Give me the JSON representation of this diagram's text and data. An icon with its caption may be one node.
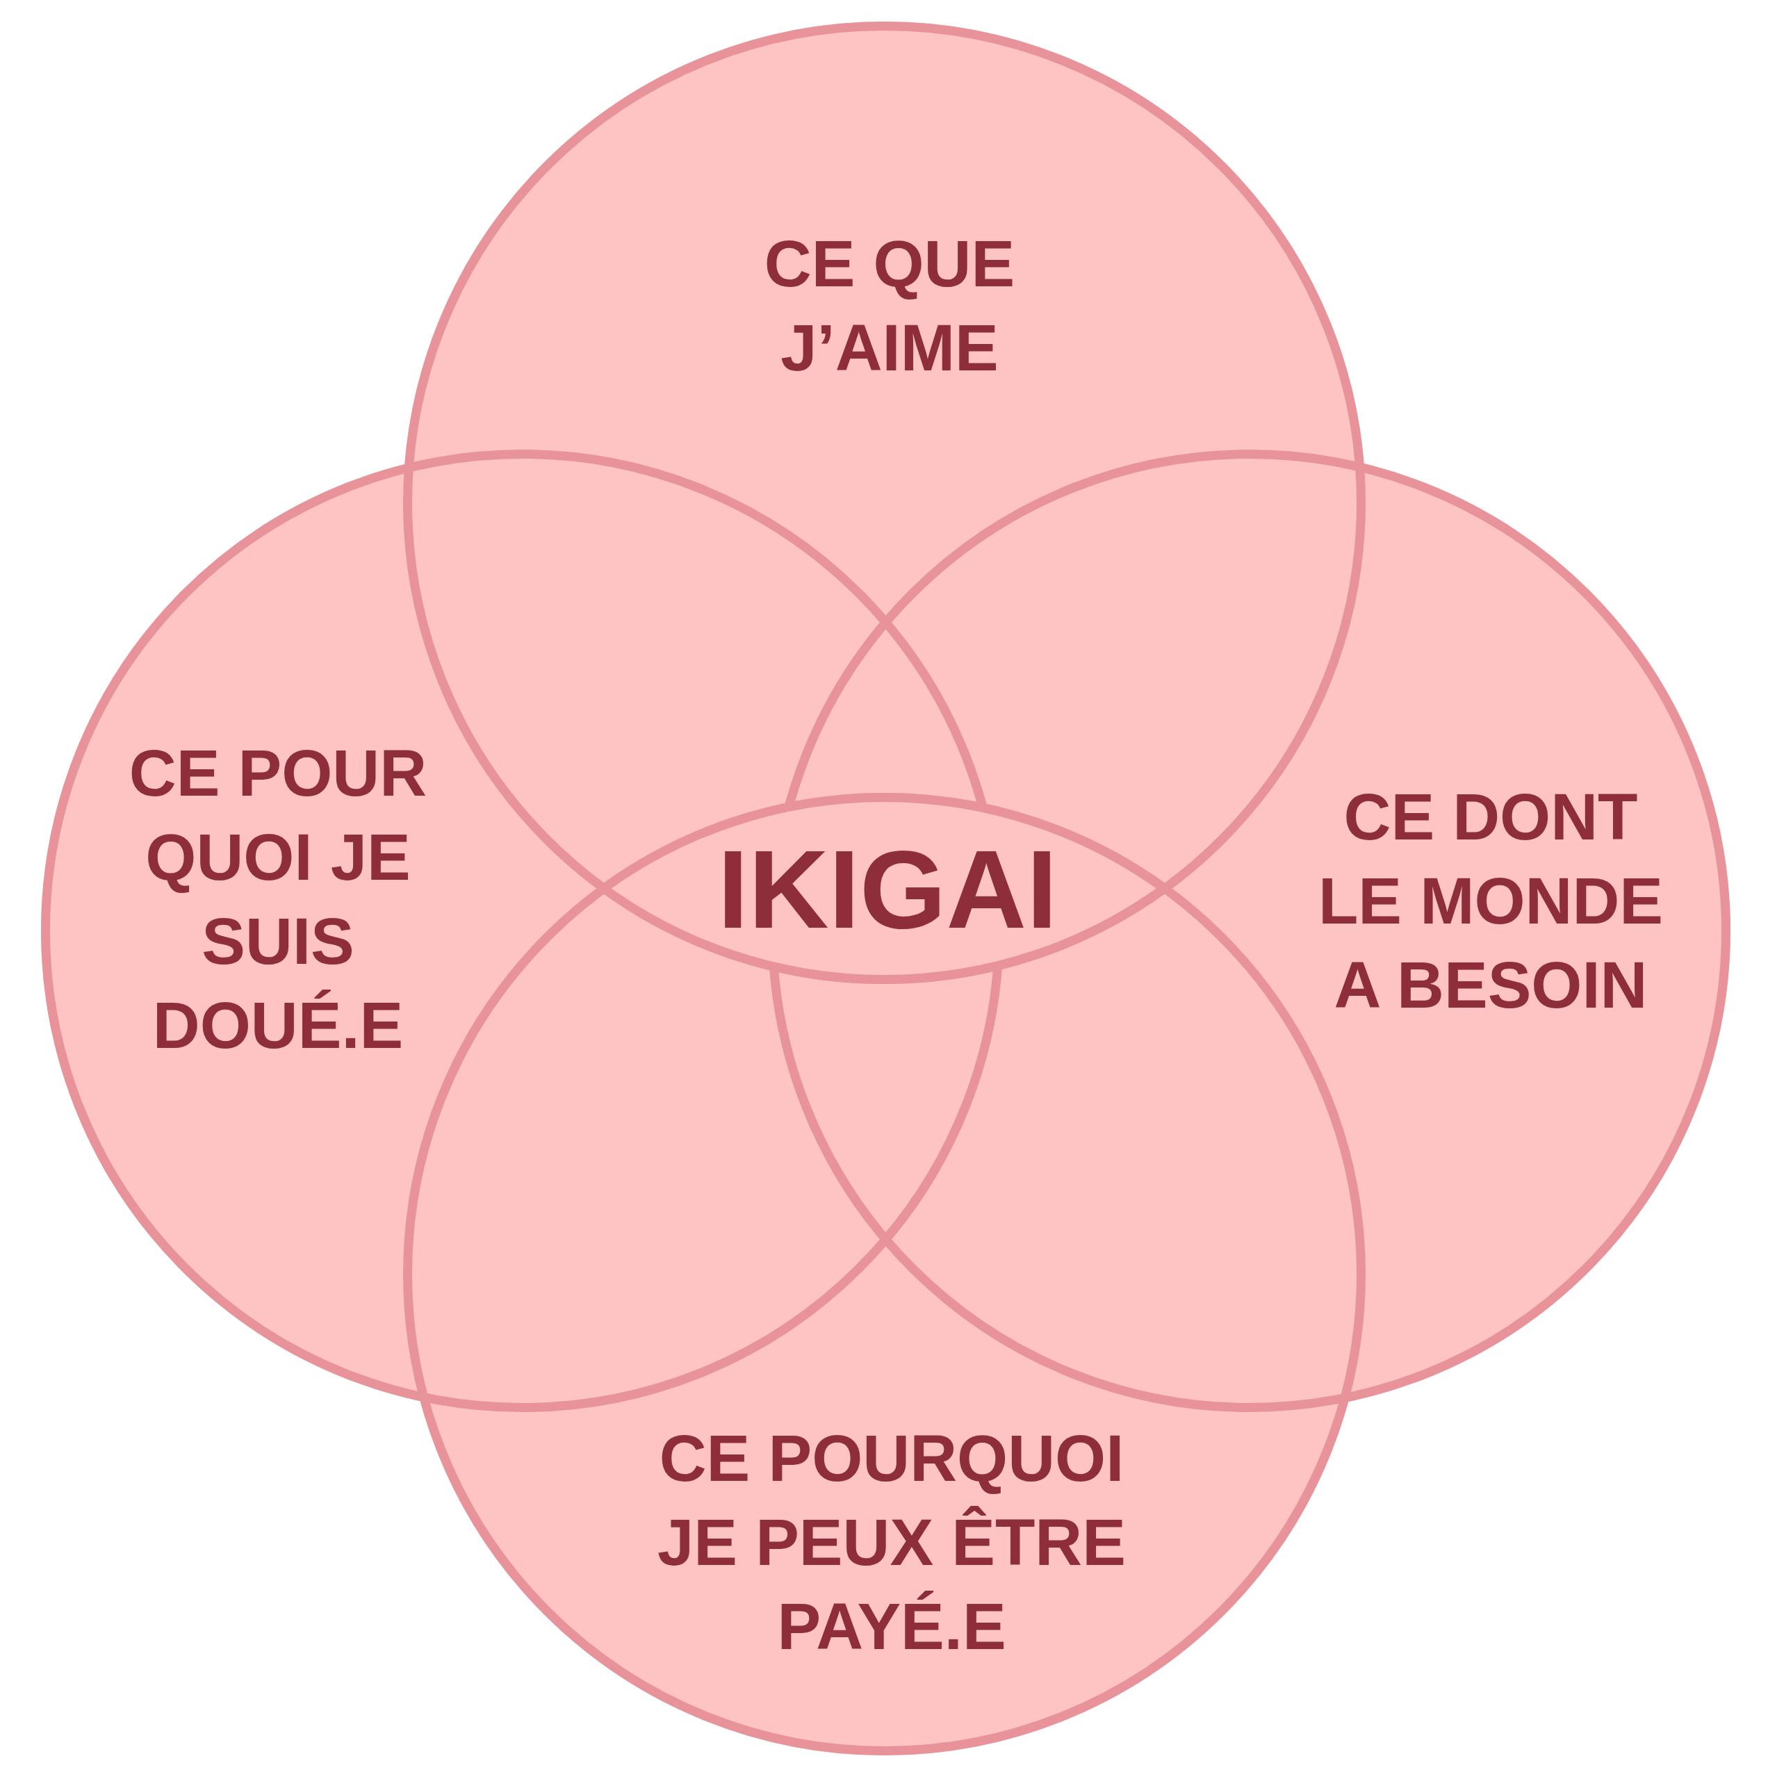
{
  "diagram": {
    "nodes": [
      {
        "text": [
          "CE QUE J’AIME"
        ]
      },
      {
        "text": [
          "CE POUR QUOI JE SUIS DOUÉ.E"
        ]
      },
      {
        "text": [
          "IKIGAI"
        ]
      },
      {
        "text": [
          "CE DONT LE MONDE A BESOIN"
        ]
      },
      {
        "text": [
          "CE POURQUOI JE PEUX ÊTRE PAYÉ.E"
        ]
      }
    ]
  }
}
